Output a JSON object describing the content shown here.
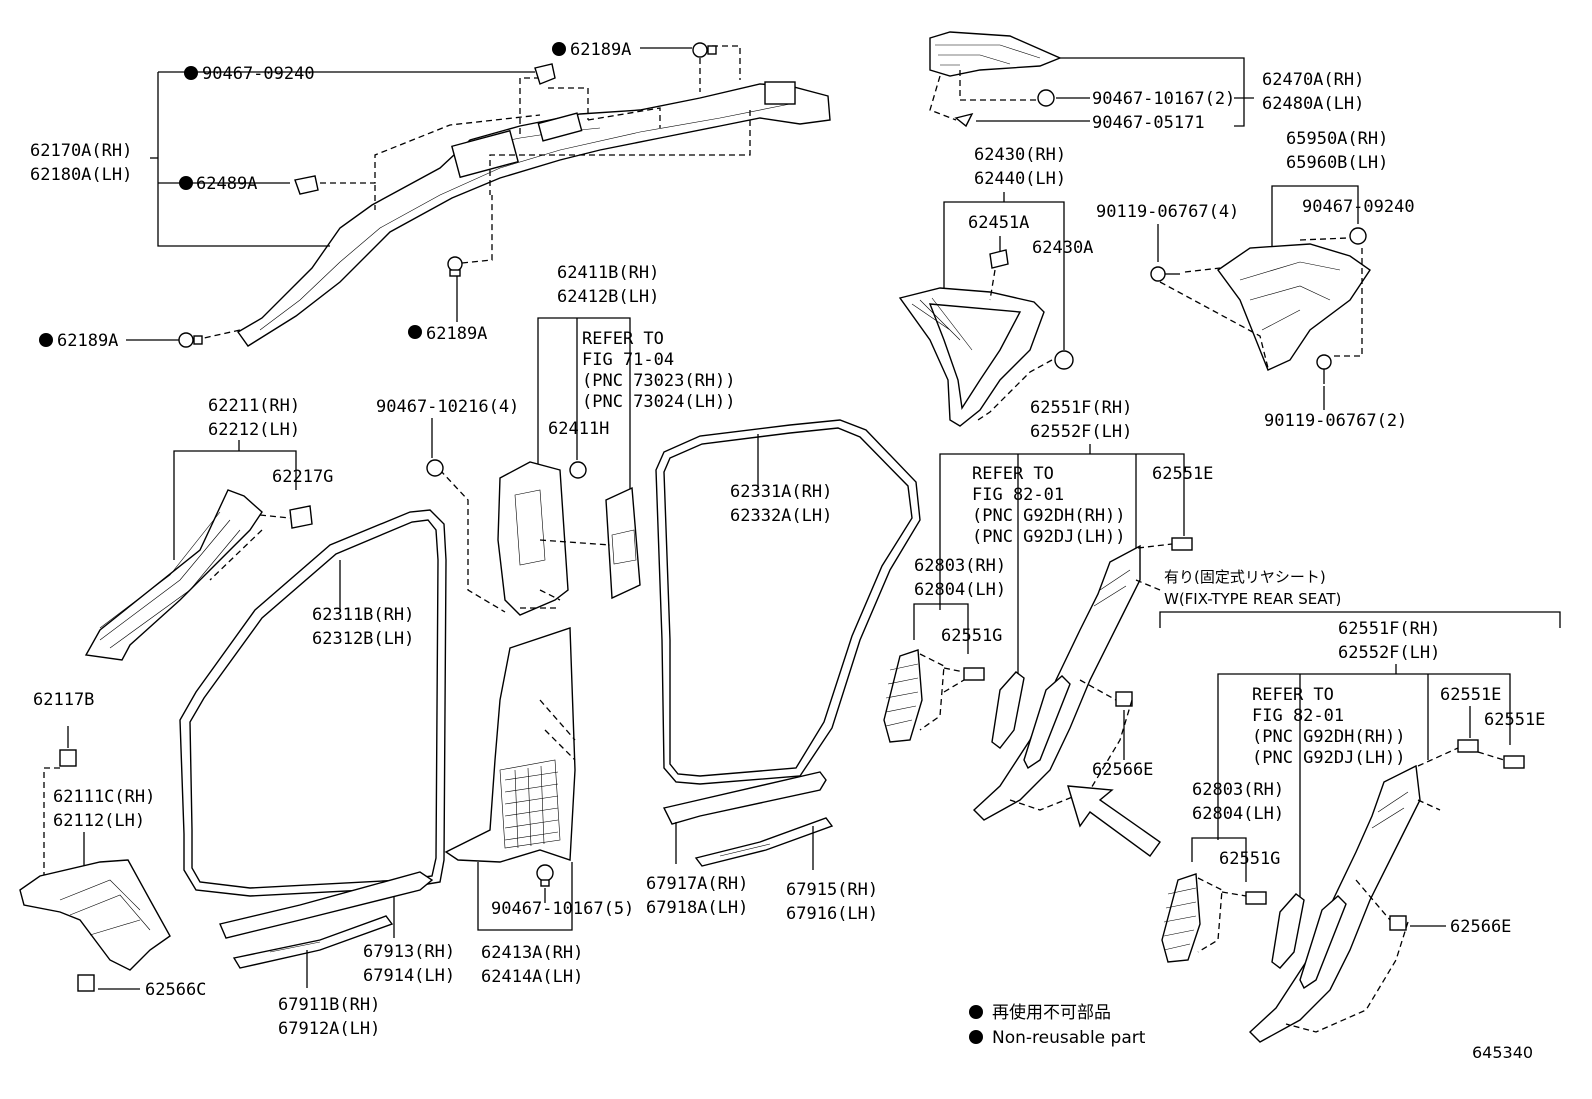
{
  "labels": {
    "l62189A_top": "62189A",
    "l90467_09240_top": "90467-09240",
    "l62170A": "62170A(RH)",
    "l62180A": "62180A(LH)",
    "l62489A": "62489A",
    "l62189A_mid": "62189A",
    "l62189A_left": "62189A",
    "l62411B": "62411B(RH)",
    "l62412B": "62412B(LH)",
    "ref1_a": "REFER TO",
    "ref1_b": "FIG 71-04",
    "ref1_c": "(PNC 73023(RH))",
    "ref1_d": "(PNC 73024(LH))",
    "l62411H": "62411H",
    "l90467_10216": "90467-10216(4)",
    "l62211": "62211(RH)",
    "l62212": "62212(LH)",
    "l62217G": "62217G",
    "l62311B": "62311B(RH)",
    "l62312B": "62312B(LH)",
    "l62331A": "62331A(RH)",
    "l62332A": "62332A(LH)",
    "l62117B": "62117B",
    "l62111C": "62111C(RH)",
    "l62112": "62112(LH)",
    "l62566C": "62566C",
    "l67913": "67913(RH)",
    "l67914": "67914(LH)",
    "l67911B": "67911B(RH)",
    "l67912A": "67912A(LH)",
    "l90467_10167_5": "90467-10167(5)",
    "l62413A": "62413A(RH)",
    "l62414A": "62414A(LH)",
    "l67917A": "67917A(RH)",
    "l67918A": "67918A(LH)",
    "l67915": "67915(RH)",
    "l67916": "67916(LH)",
    "l62470A": "62470A(RH)",
    "l62480A": "62480A(LH)",
    "l90467_10167_2": "90467-10167(2)",
    "l90467_05171": "90467-05171",
    "l65950A": "65950A(RH)",
    "l65960B": "65960B(LH)",
    "l90119_06767_4": "90119-06767(4)",
    "l90467_09240_r": "90467-09240",
    "l90119_06767_2": "90119-06767(2)",
    "l62430": "62430(RH)",
    "l62440": "62440(LH)",
    "l62451A": "62451A",
    "l62430A": "62430A",
    "l62551F_a": "62551F(RH)",
    "l62552F_a": "62552F(LH)",
    "ref2_a": "REFER TO",
    "ref2_b": "FIG 82-01",
    "ref2_c": "(PNC G92DH(RH))",
    "ref2_d": "(PNC G92DJ(LH))",
    "l62551E_a": "62551E",
    "l62803_a": "62803(RH)",
    "l62804_a": "62804(LH)",
    "l62551G_a": "62551G",
    "l62566E_a": "62566E",
    "wfix_jp": "有り(固定式リヤシート)",
    "wfix_en": "W(FIX-TYPE REAR SEAT)",
    "l62551F_b": "62551F(RH)",
    "l62552F_b": "62552F(LH)",
    "ref3_a": "REFER TO",
    "ref3_b": "FIG 82-01",
    "ref3_c": "(PNC G92DH(RH))",
    "ref3_d": "(PNC G92DJ(LH))",
    "l62551E_b": "62551E",
    "l62551E_c": "62551E",
    "l62803_b": "62803(RH)",
    "l62804_b": "62804(LH)",
    "l62551G_b": "62551G",
    "l62566E_b": "62566E"
  },
  "legend": {
    "jp": "再使用不可部品",
    "en": "Non-reusable part"
  },
  "figure_number": "645340",
  "colors": {
    "ink": "#000000",
    "paper": "#ffffff"
  },
  "icons": {
    "non_reusable_marker": "filled-circle-icon"
  }
}
